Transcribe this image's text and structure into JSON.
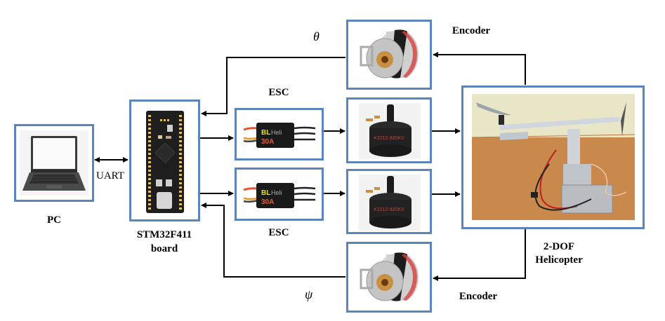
{
  "diagram": {
    "nodes": {
      "pc": {
        "label": "PC",
        "icon": "laptop-icon"
      },
      "board": {
        "label_line1": "STM32F411",
        "label_line2": "board",
        "icon": "microcontroller-board-icon"
      },
      "esc_top": {
        "label": "ESC",
        "icon": "esc-module-icon",
        "badge": "BLHeli 30A"
      },
      "esc_bottom": {
        "label": "ESC",
        "icon": "esc-module-icon",
        "badge": "BLHeli 30A"
      },
      "motor_top": {
        "icon": "brushless-motor-icon"
      },
      "motor_bottom": {
        "icon": "brushless-motor-icon"
      },
      "encoder_top": {
        "label": "Encoder",
        "icon": "rotary-encoder-icon"
      },
      "encoder_bottom": {
        "label": "Encoder",
        "icon": "rotary-encoder-icon"
      },
      "helicopter": {
        "label_line1": "2-DOF",
        "label_line2": "Helicopter",
        "icon": "helicopter-rig-photo"
      }
    },
    "edges": {
      "uart_label": "UART",
      "theta_label": "θ",
      "psi_label": "ψ"
    }
  }
}
